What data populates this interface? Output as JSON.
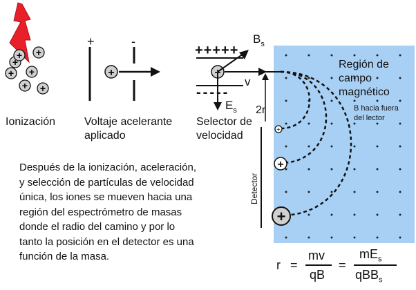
{
  "stages": {
    "ionization": "Ionización",
    "voltage_line1": "Voltaje acelerante",
    "voltage_line2": "aplicado",
    "selector_line1": "Selector de",
    "selector_line2": "velocidad"
  },
  "field_labels": {
    "bs_main": "B",
    "bs_sub": "s",
    "es_main": "E",
    "es_sub": "s",
    "v": "v",
    "two_r": "2r",
    "plus_plate": "+++++",
    "minus_plate": "-----",
    "plus_sign": "+",
    "minus_sign": "-",
    "ion_sign": "+"
  },
  "region": {
    "title_line1": "Región de",
    "title_line2": "campo",
    "title_line3": "magnético",
    "b_note_line1": "B hacia fuera",
    "b_note_line2": "del lector",
    "background": "#a8d0f5"
  },
  "detector_label": "Detector",
  "description": [
    "Después de la ionización, aceleración,",
    "y selección de partículas de velocidad",
    "única, los iones se mueven hacia una",
    "región del espectrómetro de masas",
    "donde el radio del camino y por lo",
    "tanto la posición en el detector es una",
    "función de la masa."
  ],
  "formula": {
    "r": "r",
    "equals": "=",
    "num1": "mv",
    "den1": "qB",
    "num2_main": "mE",
    "num2_sub": "s",
    "den2_main": "qBB",
    "den2_sub": "s"
  },
  "colors": {
    "lightning": "#e8202a",
    "ion_fill": "#d0d0d0"
  }
}
